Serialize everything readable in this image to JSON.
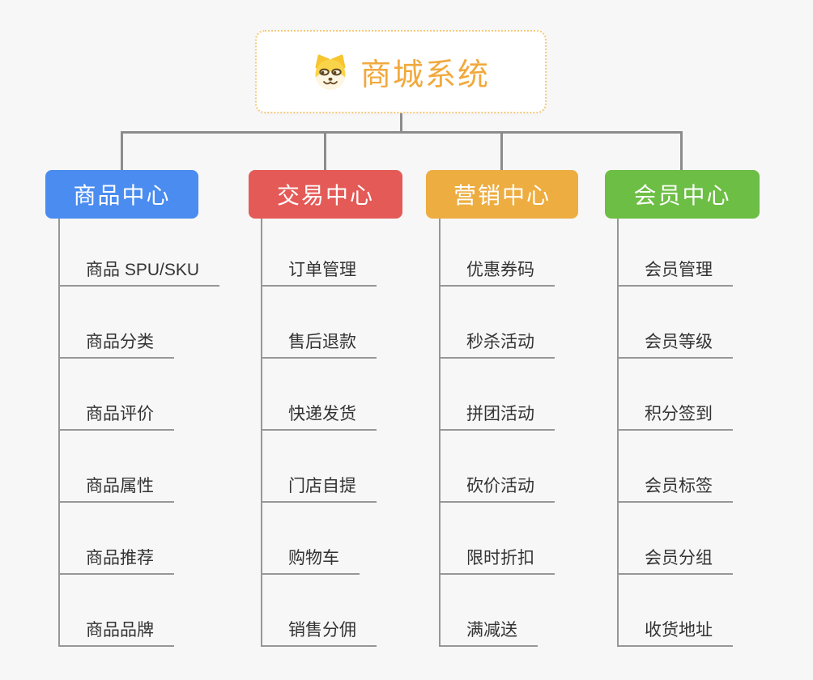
{
  "page": {
    "background_color": "#F7F7F7",
    "connector_color": "#8C8C8C",
    "child_line_color": "#979797",
    "child_text_color": "#333333"
  },
  "root": {
    "title": "商城系统",
    "icon": "dog-face-icon",
    "title_color": "#F1A93D",
    "border_color": "#F6C879"
  },
  "branches": [
    {
      "label": "商品中心",
      "color": "#4A8CF0",
      "children": [
        "商品 SPU/SKU",
        "商品分类",
        "商品评价",
        "商品属性",
        "商品推荐",
        "商品品牌"
      ]
    },
    {
      "label": "交易中心",
      "color": "#E45A57",
      "children": [
        "订单管理",
        "售后退款",
        "快递发货",
        "门店自提",
        "购物车",
        "销售分佣"
      ]
    },
    {
      "label": "营销中心",
      "color": "#EDAD41",
      "children": [
        "优惠券码",
        "秒杀活动",
        "拼团活动",
        "砍价活动",
        "限时折扣",
        "满减送"
      ]
    },
    {
      "label": "会员中心",
      "color": "#6DBE44",
      "children": [
        "会员管理",
        "会员等级",
        "积分签到",
        "会员标签",
        "会员分组",
        "收货地址"
      ]
    }
  ]
}
